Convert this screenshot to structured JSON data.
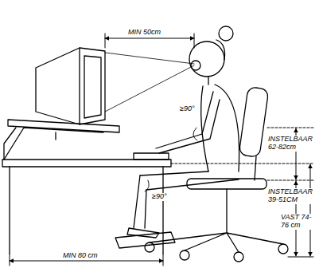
{
  "diagram": {
    "labels": [
      "MIN 50cm",
      "≥90°",
      "≥90°",
      "INSTELBAAR 62-82cm",
      "INSTELBAAR 39-51CM",
      "VAST 74-76 cm",
      "MIN 80 cm"
    ]
  }
}
